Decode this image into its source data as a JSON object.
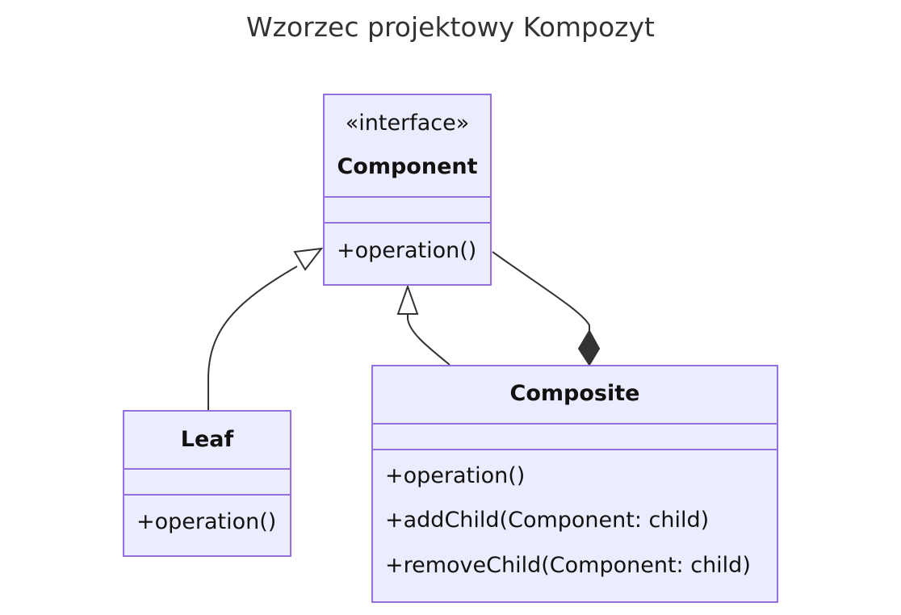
{
  "title": "Wzorzec projektowy Kompozyt",
  "colors": {
    "box_fill": "#ECECFF",
    "box_border": "#9370DB",
    "edge": "#333333"
  },
  "classes": {
    "component": {
      "stereotype": "«interface»",
      "name": "Component",
      "methods": [
        "+operation()"
      ]
    },
    "leaf": {
      "name": "Leaf",
      "methods": [
        "+operation()"
      ]
    },
    "composite": {
      "name": "Composite",
      "methods": [
        "+operation()",
        "+addChild(Component: child)",
        "+removeChild(Component: child)"
      ]
    }
  },
  "relations": [
    {
      "type": "inheritance",
      "from": "Leaf",
      "to": "Component"
    },
    {
      "type": "inheritance",
      "from": "Composite",
      "to": "Component"
    },
    {
      "type": "composition",
      "from": "Component",
      "to": "Composite"
    }
  ]
}
